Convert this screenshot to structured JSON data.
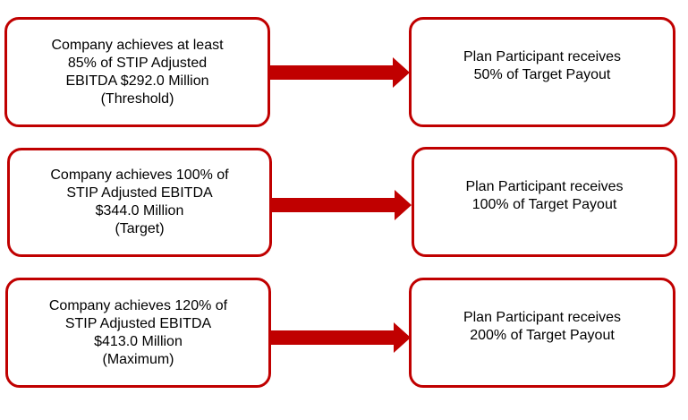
{
  "colors": {
    "accent": "#c00000",
    "text": "#000000",
    "background": "#ffffff"
  },
  "rows": [
    {
      "condition": [
        "Company achieves at least",
        "85% of STIP Adjusted",
        "EBITDA $292.0 Million",
        "(Threshold)"
      ],
      "outcome": [
        "Plan Participant receives",
        "50% of Target Payout"
      ]
    },
    {
      "condition": [
        "Company achieves 100% of",
        "STIP Adjusted EBITDA",
        "$344.0 Million",
        "(Target)"
      ],
      "outcome": [
        "Plan Participant receives",
        "100% of Target Payout"
      ]
    },
    {
      "condition": [
        "Company achieves 120% of",
        "STIP Adjusted EBITDA",
        "$413.0 Million",
        "(Maximum)"
      ],
      "outcome": [
        "Plan Participant receives",
        "200% of Target Payout"
      ]
    }
  ],
  "icons": {
    "connector": "right-arrow-icon"
  }
}
